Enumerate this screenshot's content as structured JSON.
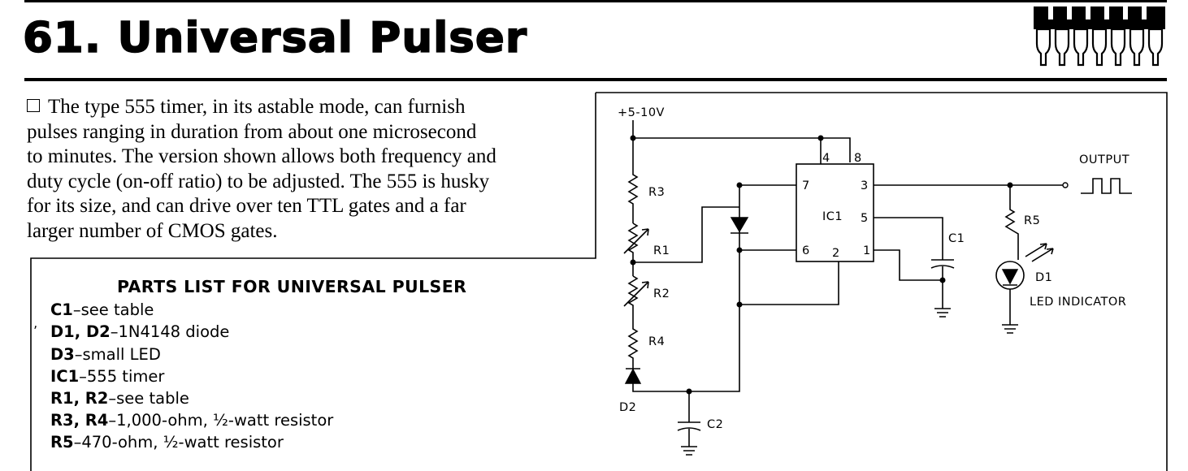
{
  "header": {
    "title": "61. Universal Pulser"
  },
  "intro": {
    "lines": [
      "The type 555 timer, in its astable mode, can furnish",
      "pulses ranging in duration from about one microsecond",
      "to minutes. The version shown allows both frequency and",
      "duty cycle (on-off ratio) to be adjusted. The 555 is husky",
      "for its size, and can drive over ten TTL gates and a far",
      "larger number of CMOS gates."
    ]
  },
  "parts_list": {
    "title": "PARTS LIST FOR UNIVERSAL PULSER",
    "items": [
      {
        "ref": "C1",
        "desc": "–see table"
      },
      {
        "ref": "D1, D2",
        "desc": "–1N4148 diode"
      },
      {
        "ref": "D3",
        "desc": "–small LED"
      },
      {
        "ref": "IC1",
        "desc": "–555 timer"
      },
      {
        "ref": "R1, R2",
        "desc": "–see table"
      },
      {
        "ref": "R3, R4",
        "desc": "–1,000-ohm, ½-watt resistor"
      },
      {
        "ref": "R5",
        "desc": "–470-ohm, ½-watt resistor"
      }
    ]
  },
  "schematic": {
    "supply": "+5-10V",
    "output": "OUTPUT",
    "ic": "IC1",
    "pins": {
      "p4": "4",
      "p8": "8",
      "p7": "7",
      "p3": "3",
      "p5": "5",
      "p6": "6",
      "p2": "2",
      "p1": "1"
    },
    "components": {
      "r3": "R3",
      "r1": "R1",
      "r2": "R2",
      "r4": "R4",
      "d2": "D2",
      "c2": "C2",
      "c1": "C1",
      "r5": "R5",
      "d1": "D1",
      "led_indicator": "LED INDICATOR"
    }
  }
}
